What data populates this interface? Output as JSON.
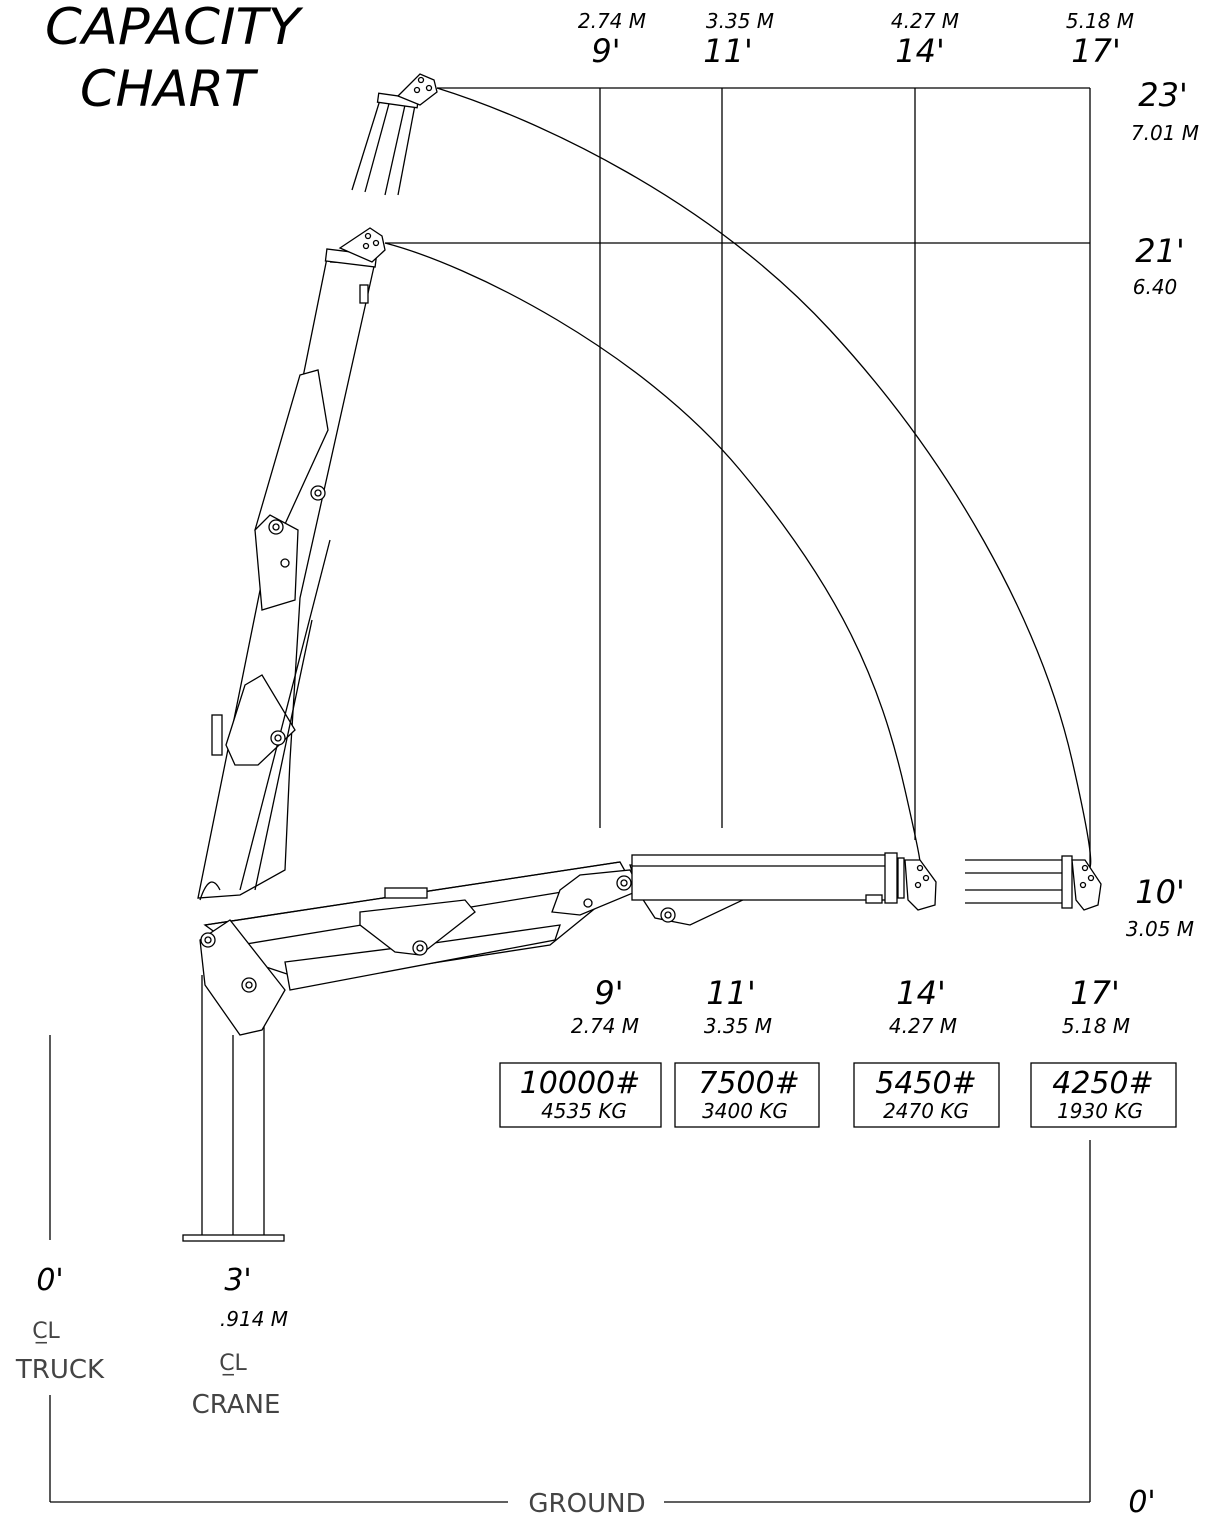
{
  "title": {
    "line1": "CAPACITY",
    "line2": "CHART"
  },
  "top_reach": [
    {
      "meters": "2.74 M",
      "feet": "9'"
    },
    {
      "meters": "3.35 M",
      "feet": "11'"
    },
    {
      "meters": "4.27 M",
      "feet": "14'"
    },
    {
      "meters": "5.18 M",
      "feet": "17'"
    }
  ],
  "heights": [
    {
      "feet": "23'",
      "meters": "7.01 M"
    },
    {
      "feet": "21'",
      "meters": "6.40"
    },
    {
      "feet": "10'",
      "meters": "3.05 M"
    }
  ],
  "bottom_reach": [
    {
      "feet": "9'",
      "meters": "2.74 M"
    },
    {
      "feet": "11'",
      "meters": "3.35 M"
    },
    {
      "feet": "14'",
      "meters": "4.27 M"
    },
    {
      "feet": "17'",
      "meters": "5.18 M"
    }
  ],
  "capacities": [
    {
      "lb": "10000#",
      "kg": "4535 KG"
    },
    {
      "lb": "7500#",
      "kg": "3400 KG"
    },
    {
      "lb": "5450#",
      "kg": "2470 KG"
    },
    {
      "lb": "4250#",
      "kg": "1930 KG"
    }
  ],
  "truck": {
    "feet": "0'",
    "cl": "C̲L",
    "label": "TRUCK"
  },
  "crane": {
    "feet": "3'",
    "meters": ".914 M",
    "label": "CRANE"
  },
  "ground": {
    "label": "GROUND",
    "level": "0'"
  }
}
